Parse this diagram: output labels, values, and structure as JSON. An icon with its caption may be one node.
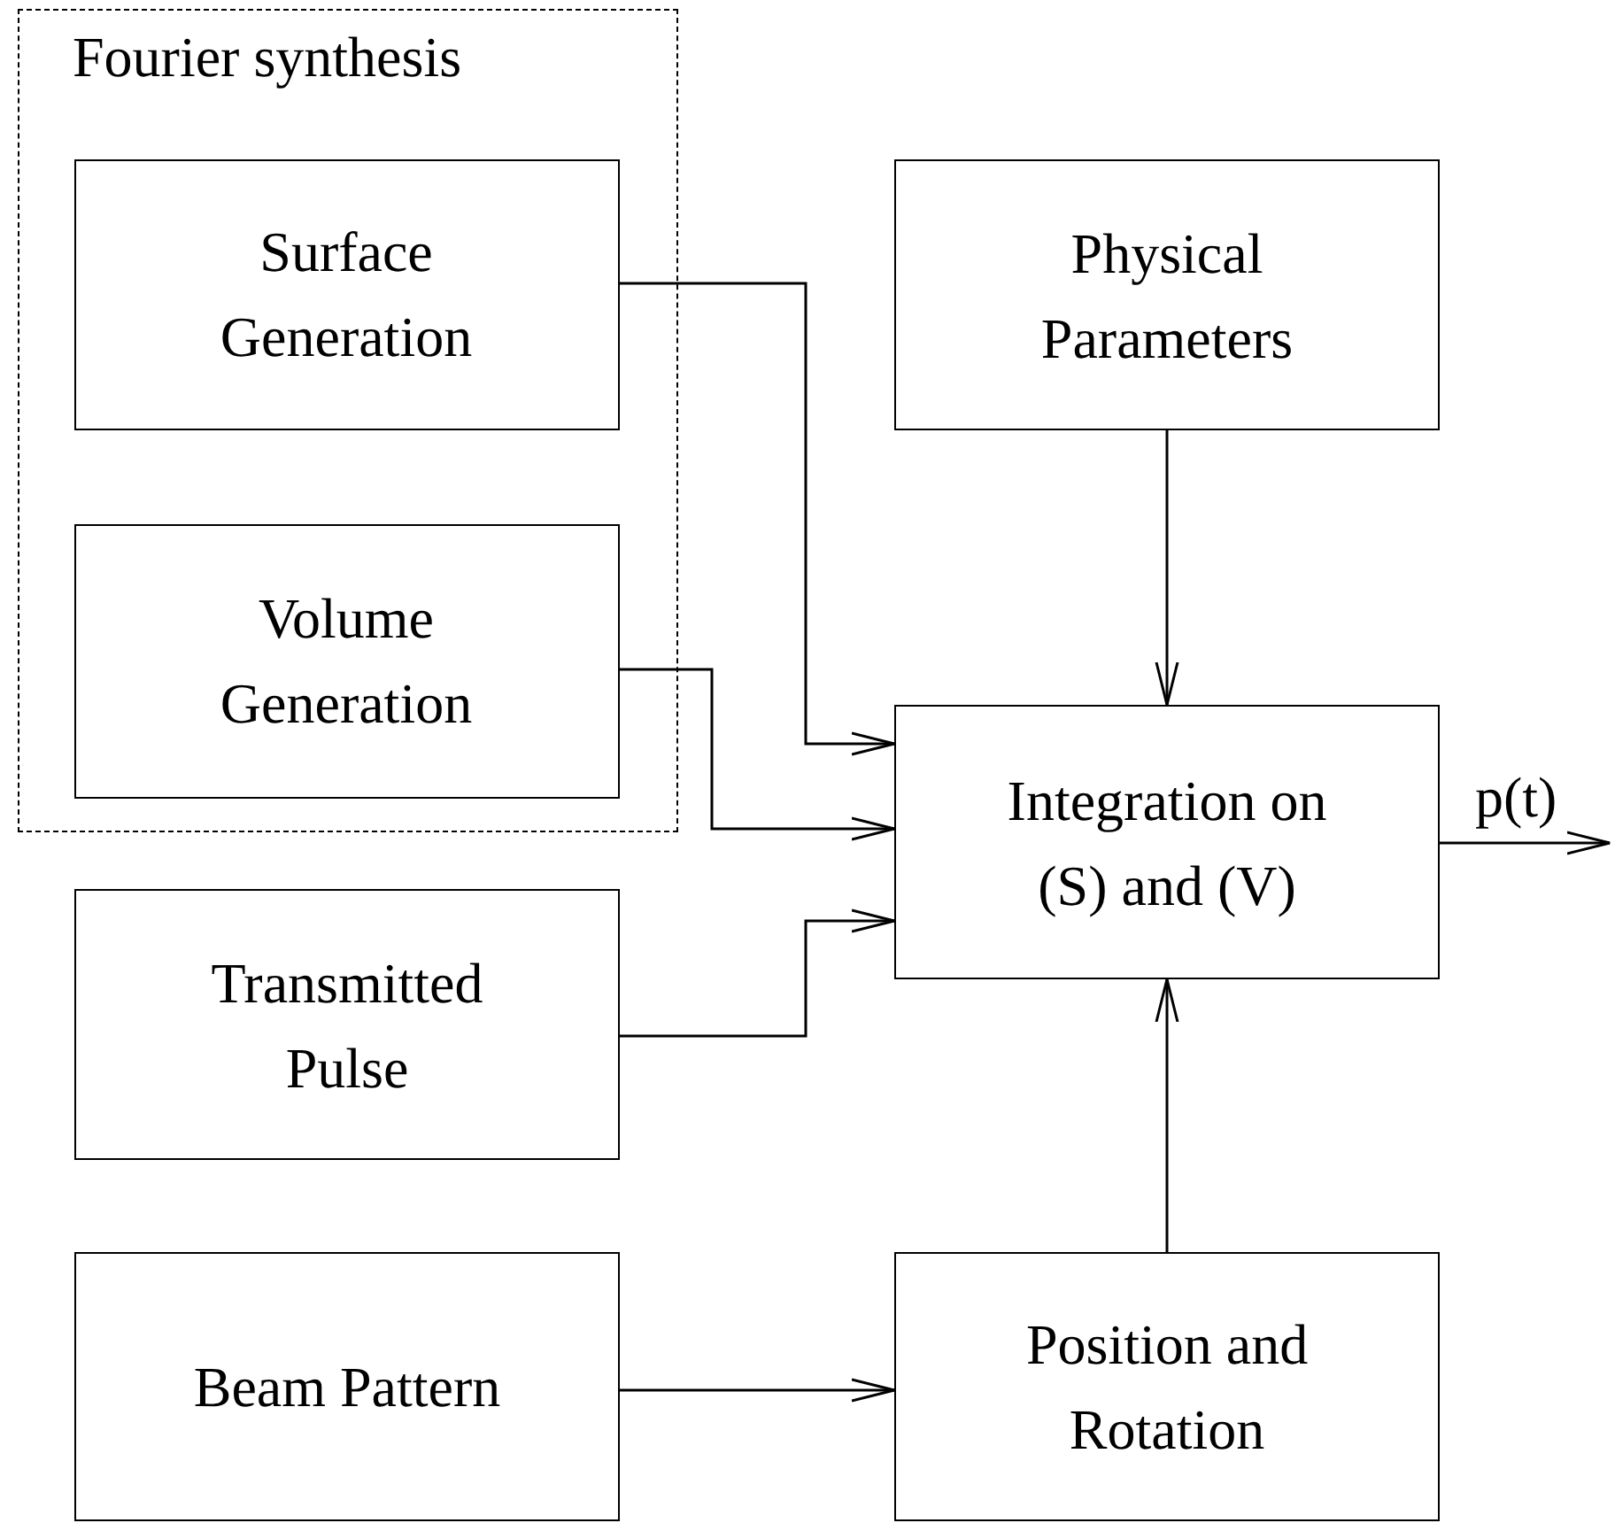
{
  "diagram": {
    "nodes": [
      {
        "text": [
          "Fourier synthesis"
        ]
      },
      {
        "text": [
          "Surface Generation"
        ],
        "in": 0
      },
      {
        "text": [
          "Volume Generation"
        ],
        "in": 0
      },
      {
        "text": [
          "Physical Parameters"
        ]
      },
      {
        "text": [
          "Integration on (S) and (V)"
        ]
      },
      {
        "text": [
          "Transmitted Pulse"
        ]
      },
      {
        "text": [
          "Beam Pattern"
        ]
      },
      {
        "text": [
          "Position and Rotation"
        ]
      }
    ],
    "edges": [
      {
        "from": 1,
        "to": 4,
        "arrow": "to"
      },
      {
        "from": 2,
        "to": 4,
        "arrow": "to"
      },
      {
        "from": 5,
        "to": 4,
        "arrow": "to"
      },
      {
        "from": 3,
        "to": 4,
        "arrow": "to"
      },
      {
        "from": 6,
        "to": 7,
        "arrow": "to"
      },
      {
        "from": 7,
        "to": 4,
        "arrow": "to"
      },
      {
        "from": 4,
        "to": null,
        "arrow": "to",
        "label": "p(t)"
      }
    ]
  }
}
